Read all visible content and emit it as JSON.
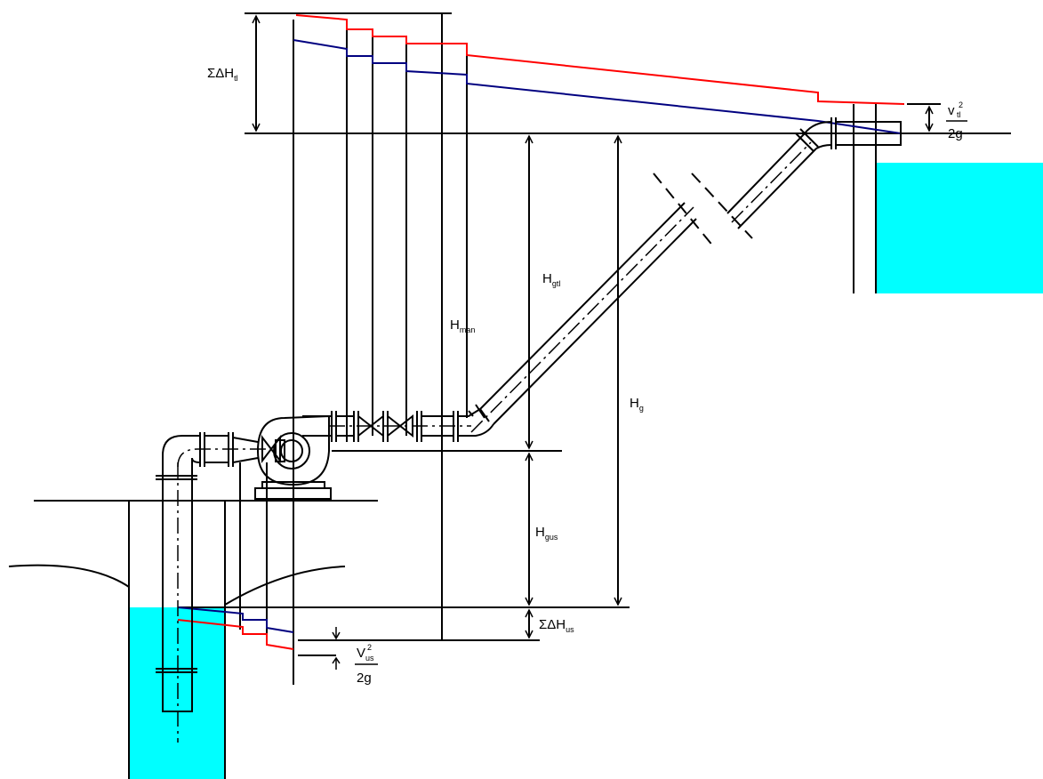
{
  "labels": {
    "sum_dh_tl": {
      "main": "ΣΔH",
      "sub": "tl"
    },
    "h_gtl": {
      "main": "H",
      "sub": "gtl"
    },
    "h_man": {
      "main": "H",
      "sub": "man"
    },
    "h_g": {
      "main": "H",
      "sub": "g"
    },
    "h_gus": {
      "main": "H",
      "sub": "gus"
    },
    "sum_dh_us": {
      "main": "ΣΔH",
      "sub": "us"
    },
    "v_tl": {
      "num": "v",
      "sup": "2",
      "sub": "tl",
      "den": "2g"
    },
    "v_us": {
      "num": "V",
      "sup": "2",
      "sub": "us",
      "den": "2g"
    }
  },
  "colors": {
    "energy_line": "#ff0000",
    "piezometric_line": "#000080",
    "water": "#00ffff"
  }
}
